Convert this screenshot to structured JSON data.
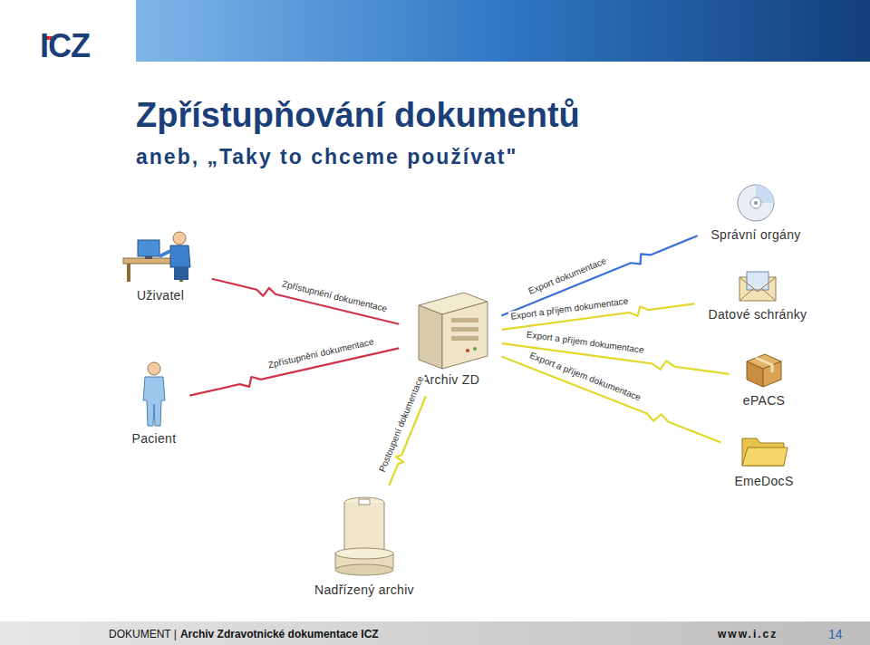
{
  "diagram": {
    "title": "Zpřístupňování dokumentů",
    "nodes": [
      {
        "text": [
          "Uživatel"
        ]
      },
      {
        "text": [
          "Pacient"
        ]
      },
      {
        "text": [
          "Archiv ZD"
        ]
      },
      {
        "text": [
          "Nadřízený archiv"
        ]
      },
      {
        "text": [
          "Správní orgány"
        ]
      },
      {
        "text": [
          "Datové schránky"
        ]
      },
      {
        "text": [
          "ePACS"
        ]
      },
      {
        "text": [
          "EmeDocS"
        ]
      }
    ],
    "edges": [
      {
        "from": 2,
        "to": 0,
        "label": "Zpřístupnění dokumentace",
        "arrow": "none"
      },
      {
        "from": 2,
        "to": 1,
        "label": "Zpřístupnění dokumentace",
        "arrow": "none"
      },
      {
        "from": 2,
        "to": 3,
        "label": "Postoupení dokumentace",
        "arrow": "none"
      },
      {
        "from": 2,
        "to": 4,
        "label": "Export dokumentace",
        "arrow": "none"
      },
      {
        "from": 2,
        "to": 5,
        "label": "Export a příjem dokumentace",
        "arrow": "none"
      },
      {
        "from": 2,
        "to": 6,
        "label": "Export a příjem dokumentace",
        "arrow": "none"
      },
      {
        "from": 2,
        "to": 7,
        "label": "Export a příjem dokumentace",
        "arrow": "none"
      }
    ],
    "labels": [
      "ICZ",
      "aneb, „Taky to chceme používat\"",
      "DOKUMENT |",
      "Archiv Zdravotnické dokumentace ICZ",
      "www.i.cz",
      "14"
    ]
  }
}
